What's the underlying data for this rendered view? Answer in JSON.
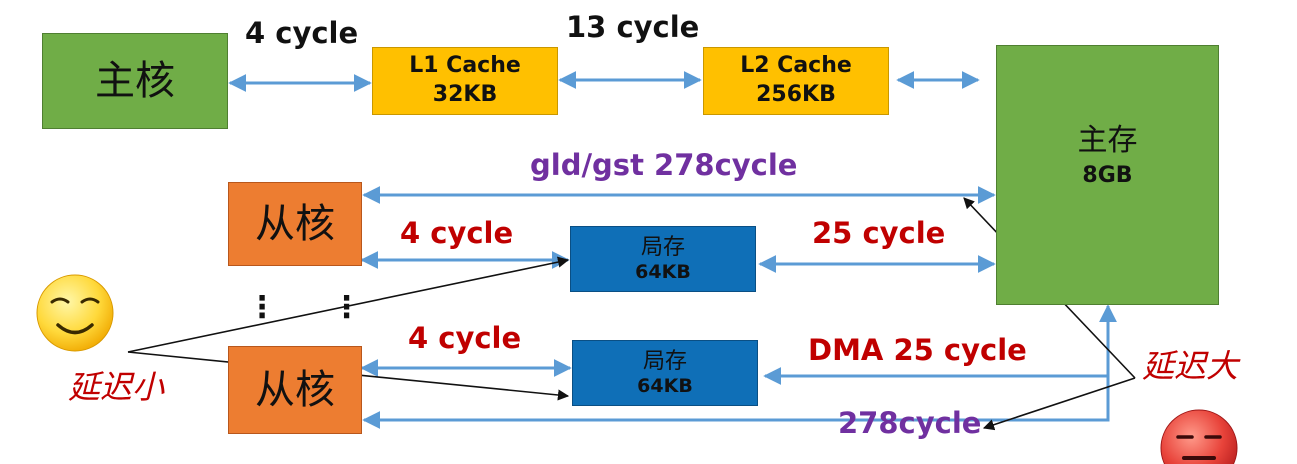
{
  "nodes": {
    "main_core": "主核",
    "l1_cache": {
      "name": "L1 Cache",
      "size": "32KB"
    },
    "l2_cache": {
      "name": "L2 Cache",
      "size": "256KB"
    },
    "main_memory": {
      "name": "主存",
      "size": "8GB"
    },
    "slave_core_1": "从核",
    "slave_core_2": "从核",
    "local_store_1": {
      "name": "局存",
      "size": "64KB"
    },
    "local_store_2": {
      "name": "局存",
      "size": "64KB"
    },
    "ellipsis": "⋮ ⋮"
  },
  "edges": {
    "core_l1": "4 cycle",
    "l1_l2": "13 cycle",
    "gld_gst": "gld/gst 278cycle",
    "slave1_local": "4 cycle",
    "local1_mem": "25 cycle",
    "slave2_local": "4 cycle",
    "local2_mem": "DMA 25 cycle",
    "slave2_mem": "278cycle"
  },
  "annotations": {
    "low_latency": "延迟小",
    "high_latency": "延迟大"
  },
  "colors": {
    "green": "#70ad47",
    "orange": "#ed7d31",
    "yellow": "#ffc000",
    "blue": "#0f6fb7",
    "arrow": "#5b9bd5",
    "red": "#c00000",
    "purple": "#7030a0"
  }
}
